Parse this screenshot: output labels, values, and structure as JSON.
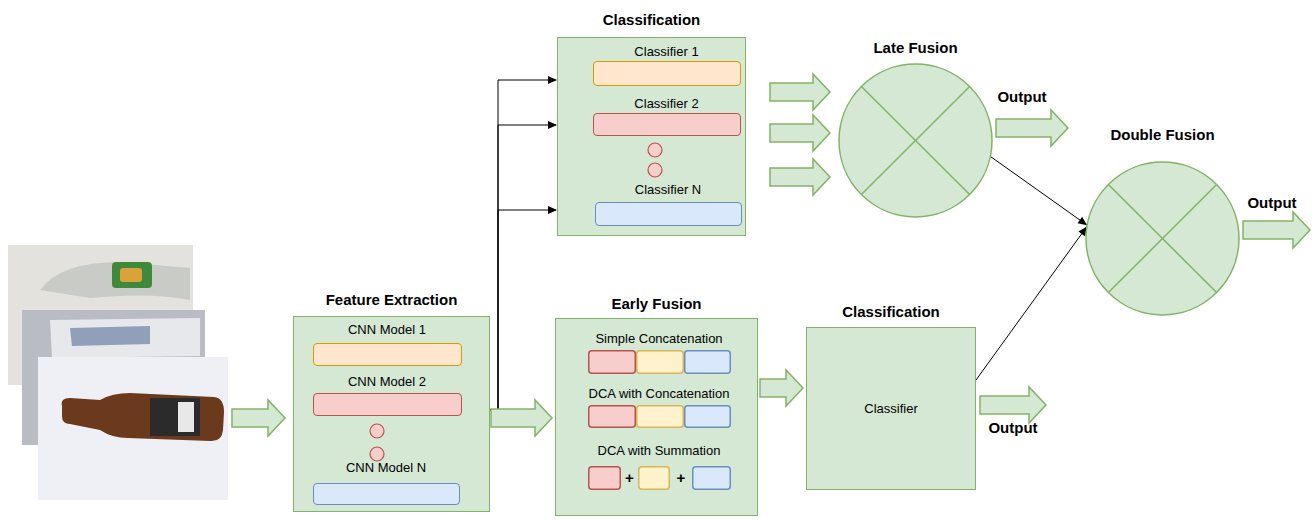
{
  "diagram": {
    "nodes": [
      {
        "text": [
          "Feature Extraction"
        ]
      },
      {
        "text": [
          "CNN Model 1"
        ],
        "in": 0
      },
      {
        "text": [
          "CNN Model 2"
        ],
        "in": 0
      },
      {
        "text": [
          "CNN Model N"
        ],
        "in": 0
      },
      {
        "text": [
          "Classification"
        ]
      },
      {
        "text": [
          "Classifier 1"
        ],
        "in": 4
      },
      {
        "text": [
          "Classifier 2"
        ],
        "in": 4
      },
      {
        "text": [
          "Classifier N"
        ],
        "in": 4
      },
      {
        "text": [
          "Early Fusion"
        ]
      },
      {
        "text": [
          "Simple Concatenation"
        ],
        "in": 8
      },
      {
        "text": [
          "DCA with Concatenation"
        ],
        "in": 8
      },
      {
        "text": [
          "DCA with Summation"
        ],
        "in": 8
      },
      {
        "text": [
          "Classification",
          "Classifier"
        ]
      },
      {
        "text": [
          "Late Fusion"
        ]
      },
      {
        "text": [
          "Double Fusion"
        ]
      }
    ],
    "edges": [
      {
        "from": 0,
        "to": 4,
        "arrow": "to"
      },
      {
        "from": 0,
        "to": 4,
        "arrow": "to"
      },
      {
        "from": 0,
        "to": 4,
        "arrow": "to"
      },
      {
        "from": 0,
        "to": 8,
        "arrow": "to"
      },
      {
        "from": 4,
        "to": 13,
        "arrow": "to"
      },
      {
        "from": 4,
        "to": 13,
        "arrow": "to"
      },
      {
        "from": 4,
        "to": 13,
        "arrow": "to"
      },
      {
        "from": 8,
        "to": 12,
        "arrow": "to"
      },
      {
        "from": 13,
        "to": 14,
        "arrow": "to"
      },
      {
        "from": 12,
        "to": 14,
        "arrow": "to"
      }
    ],
    "labels": [
      "Output",
      "Output",
      "Output",
      "+",
      "+"
    ]
  }
}
